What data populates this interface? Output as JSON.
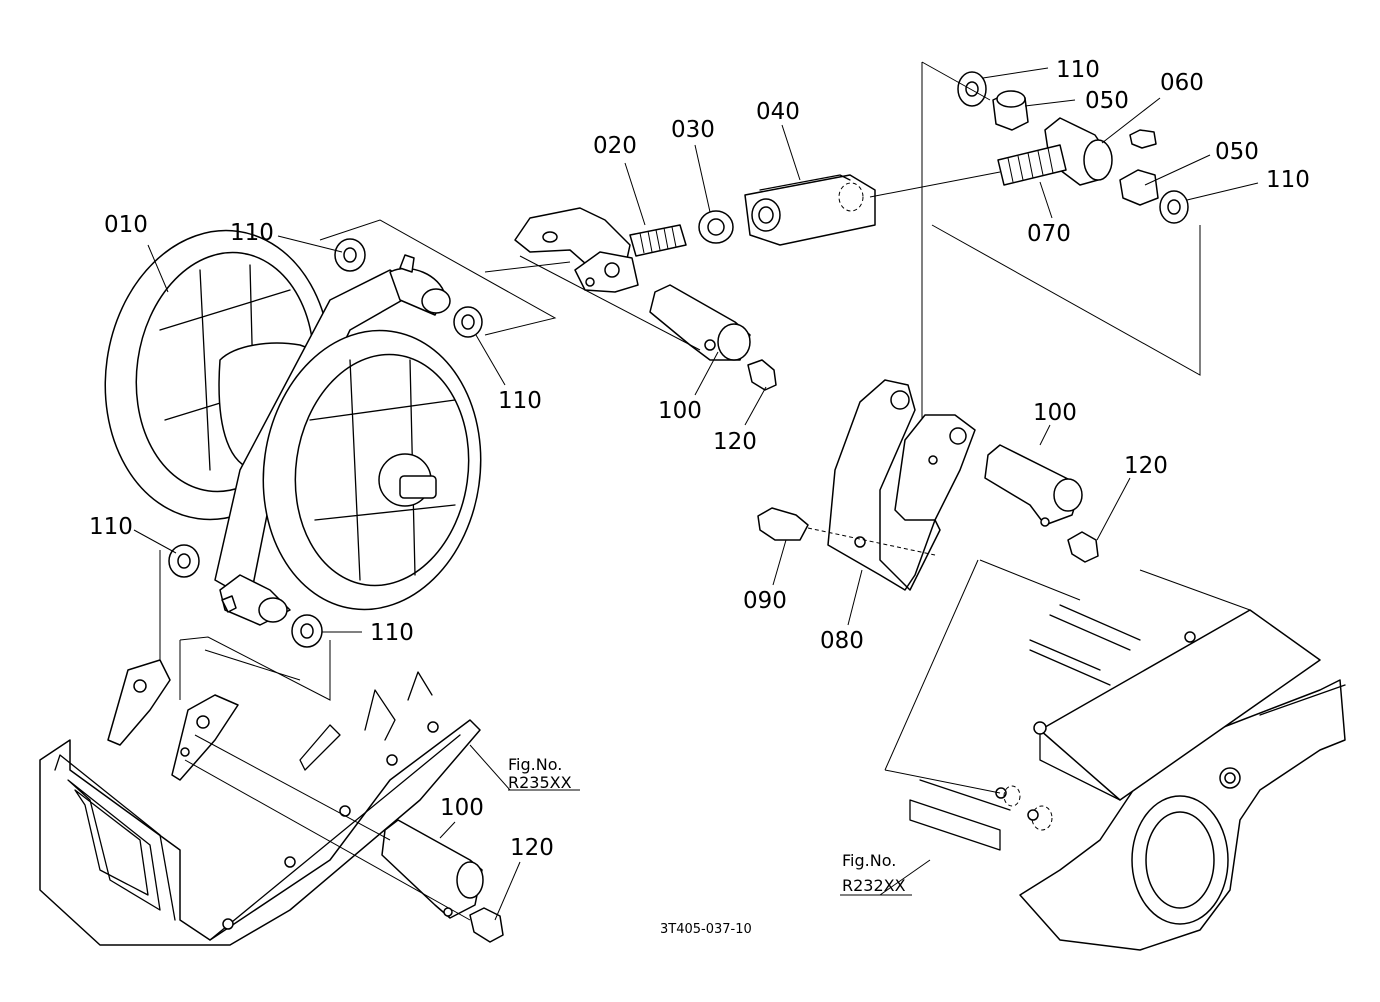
{
  "labels": {
    "p010": "010",
    "p020": "020",
    "p030": "030",
    "p040": "040",
    "p050_top": "050",
    "p050_right": "050",
    "p060": "060",
    "p070": "070",
    "p080": "080",
    "p090": "090",
    "p100_center": "100",
    "p100_right": "100",
    "p100_bottom": "100",
    "p110_top_right": "110",
    "p110_far_right": "110",
    "p110_upper_left": "110",
    "p110_mid": "110",
    "p110_left": "110",
    "p110_lower": "110",
    "p120_center": "120",
    "p120_right": "120",
    "p120_bottom": "120"
  },
  "references": {
    "left": {
      "caption": "Fig.No.",
      "number": "R235XX"
    },
    "right": {
      "caption": "Fig.No.",
      "number": "R232XX"
    }
  },
  "drawing_code": "3T405-037-10"
}
